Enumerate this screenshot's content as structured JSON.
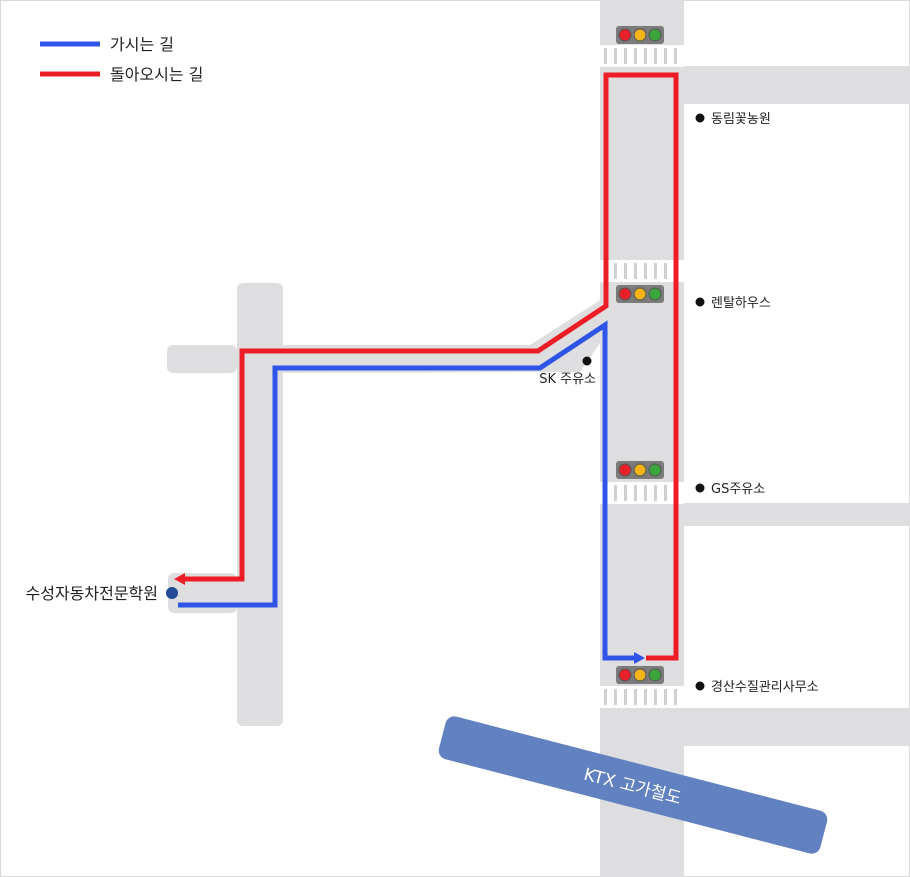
{
  "legend": {
    "outbound": {
      "label": "가시는 길",
      "color": "#2f55e8"
    },
    "return": {
      "label": "돌아오시는 길",
      "color": "#ee1c24"
    }
  },
  "places": {
    "academy": "수성자동차전문학원",
    "sk_station": "SK 주유소",
    "flower_farm": "동림꽃농원",
    "rental_house": "렌탈하우스",
    "gs_station": "GS주유소",
    "water_office": "경산수질관리사무소"
  },
  "ktx_label": "KTX 고가철도",
  "colors": {
    "road": "#dedee0",
    "ktx": "#6181c1",
    "ktx_text": "#ffffff",
    "marker": "#111111",
    "academy_marker": "#244b96",
    "light_red": "#e8202a",
    "light_yellow": "#f3b417",
    "light_green": "#3aa53a",
    "light_housing": "#7b7b7b"
  },
  "icons": {
    "traffic_light": "traffic-light-icon",
    "crosswalk": "crosswalk-icon",
    "marker": "location-dot-icon",
    "arrow": "arrow-head-icon"
  }
}
